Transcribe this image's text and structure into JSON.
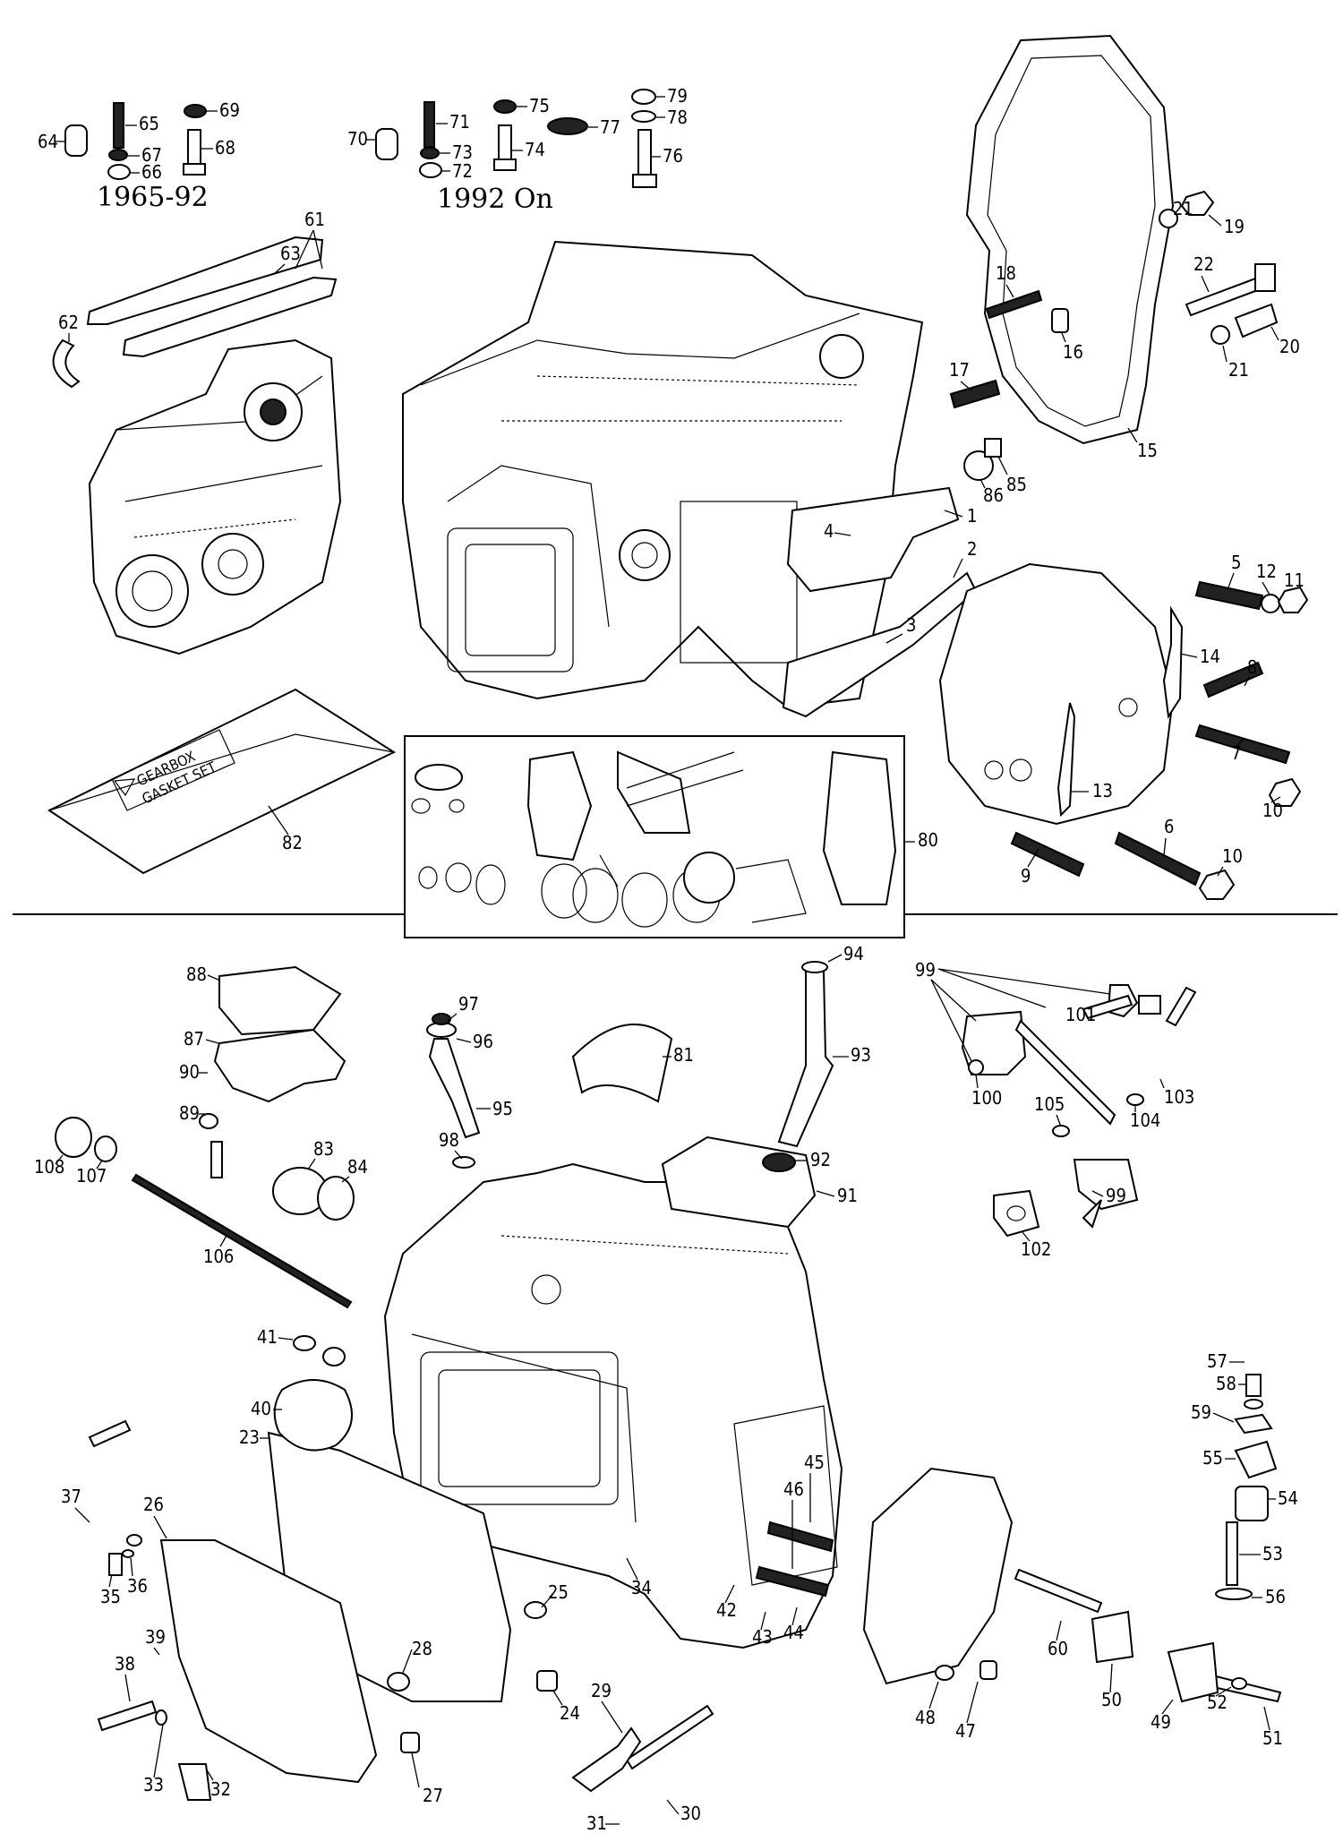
{
  "captions": {
    "early": "1965-92",
    "late": "1992 On"
  },
  "gasket_envelope_text": {
    "line1": "GEARBOX",
    "line2": "GASKET SET"
  },
  "part_labels": {
    "p1": "1",
    "p2": "2",
    "p3": "3",
    "p4": "4",
    "p5": "5",
    "p6": "6",
    "p7": "7",
    "p8": "8",
    "p9": "9",
    "p10a": "10",
    "p10b": "10",
    "p11": "11",
    "p12": "12",
    "p13": "13",
    "p14": "14",
    "p15": "15",
    "p16": "16",
    "p17": "17",
    "p18": "18",
    "p19": "19",
    "p20": "20",
    "p21a": "21",
    "p21b": "21",
    "p22": "22",
    "p23": "23",
    "p24": "24",
    "p25": "25",
    "p26": "26",
    "p27": "27",
    "p28": "28",
    "p29": "29",
    "p30": "30",
    "p31": "31",
    "p32": "32",
    "p33": "33",
    "p34": "34",
    "p35": "35",
    "p36": "36",
    "p37": "37",
    "p38": "38",
    "p39": "39",
    "p40": "40",
    "p41": "41",
    "p42": "42",
    "p43": "43",
    "p44": "44",
    "p45": "45",
    "p46": "46",
    "p47": "47",
    "p48": "48",
    "p49": "49",
    "p50": "50",
    "p51": "51",
    "p52": "52",
    "p53": "53",
    "p54": "54",
    "p55": "55",
    "p56": "56",
    "p57": "57",
    "p58": "58",
    "p59": "59",
    "p60": "60",
    "p61": "61",
    "p62": "62",
    "p63": "63",
    "p64": "64",
    "p65": "65",
    "p66": "66",
    "p67": "67",
    "p68": "68",
    "p69": "69",
    "p70": "70",
    "p71": "71",
    "p72": "72",
    "p73": "73",
    "p74": "74",
    "p75": "75",
    "p76": "76",
    "p77": "77",
    "p78": "78",
    "p79": "79",
    "p80": "80",
    "p81": "81",
    "p82": "82",
    "p83": "83",
    "p84": "84",
    "p85": "85",
    "p86": "86",
    "p87": "87",
    "p88": "88",
    "p89": "89",
    "p90": "90",
    "p91": "91",
    "p92": "92",
    "p93": "93",
    "p94": "94",
    "p95": "95",
    "p96": "96",
    "p97": "97",
    "p98": "98",
    "p99a": "99",
    "p99b": "99",
    "p100": "100",
    "p101": "101",
    "p102": "102",
    "p103": "103",
    "p104": "104",
    "p105": "105",
    "p106": "106",
    "p107": "107",
    "p108": "108"
  }
}
